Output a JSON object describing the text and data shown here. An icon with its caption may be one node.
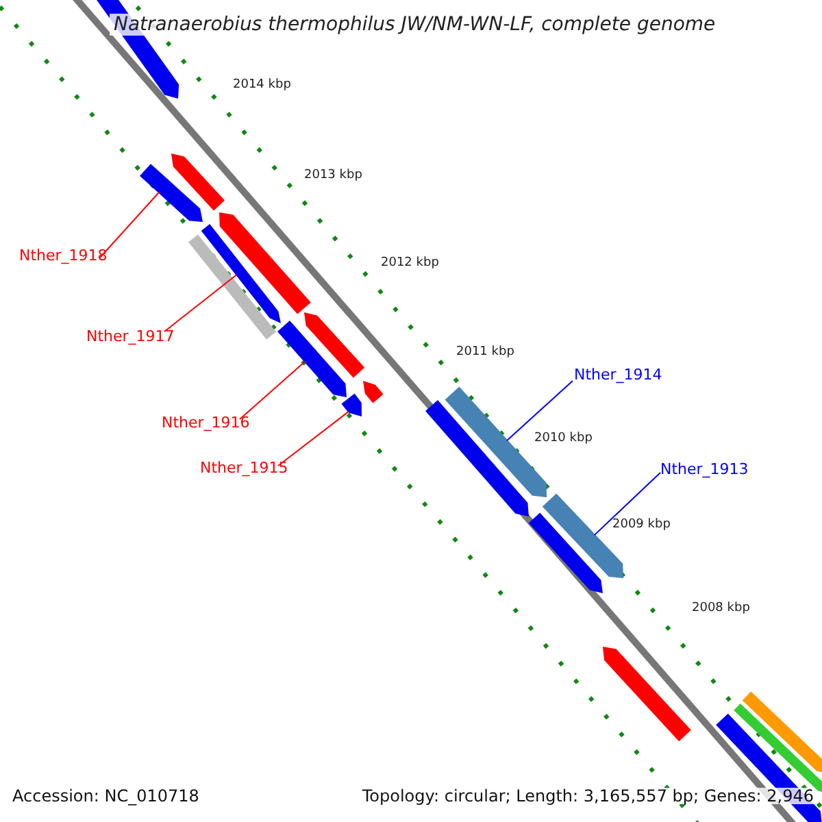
{
  "diagram": {
    "title": "Natranaerobius thermophilus JW/NM-WN-LF, complete genome",
    "nodes": [
      {
        "text": [
          "Nther_1918"
        ]
      },
      {
        "text": [
          "Nther_1917"
        ]
      },
      {
        "text": [
          "Nther_1916"
        ]
      },
      {
        "text": [
          "Nther_1915"
        ]
      },
      {
        "text": [
          "Nther_1914"
        ]
      },
      {
        "text": [
          "Nther_1913"
        ]
      },
      {
        "text": [],
        "shape": "bar"
      },
      {
        "text": [],
        "shape": "bar"
      },
      {
        "text": [],
        "shape": "bar"
      },
      {
        "text": [],
        "shape": "bar"
      },
      {
        "text": [],
        "shape": "box"
      },
      {
        "text": [],
        "shape": "bar"
      },
      {
        "text": [],
        "shape": "bar"
      },
      {
        "text": [],
        "shape": "bar"
      },
      {
        "text": [],
        "shape": "bar"
      },
      {
        "text": [],
        "shape": "bar"
      },
      {
        "text": [],
        "shape": "bar"
      },
      {
        "text": [],
        "shape": "bar"
      },
      {
        "text": [],
        "shape": "bar"
      },
      {
        "text": [],
        "shape": "bar"
      },
      {
        "text": [],
        "shape": "bar"
      },
      {
        "text": [],
        "shape": "bar"
      },
      {
        "text": [],
        "shape": "bar"
      },
      {
        "text": [],
        "shape": "bar"
      }
    ],
    "edges": [
      {
        "from": 0,
        "to": 8,
        "arrow": "none"
      },
      {
        "from": 1,
        "to": 11,
        "arrow": "none"
      },
      {
        "from": 2,
        "to": 13,
        "arrow": "none"
      },
      {
        "from": 3,
        "to": 15,
        "arrow": "none"
      },
      {
        "from": 4,
        "to": 17,
        "arrow": "none",
        "color": "#0000ff"
      },
      {
        "from": 5,
        "to": 18,
        "arrow": "none",
        "color": "#0000ff"
      }
    ],
    "labels": [
      "2014 kbp",
      "2013 kbp",
      "2012 kbp",
      "2011 kbp",
      "2010 kbp",
      "2009 kbp",
      "2008 kbp",
      "Accession: NC_010718",
      "Topology: circular; Length: 3,165,557 bp; Genes: 2,946"
    ]
  }
}
